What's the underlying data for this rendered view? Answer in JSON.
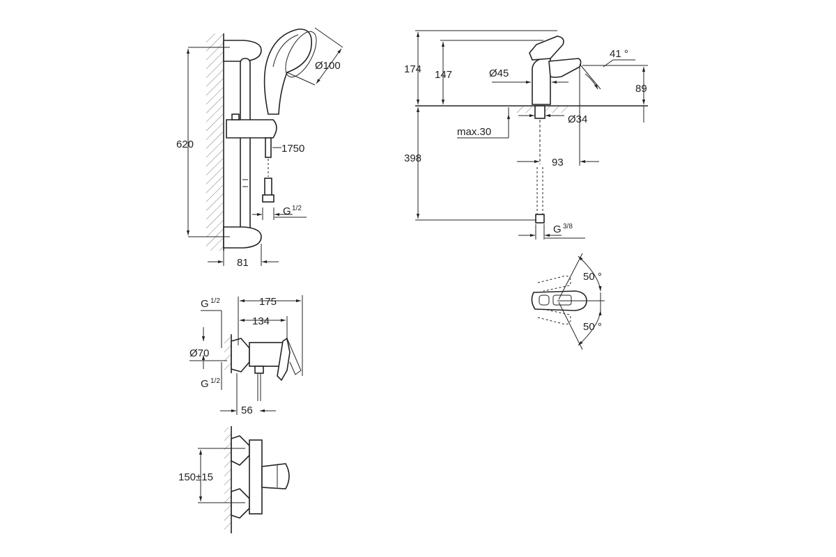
{
  "shower_set": {
    "height": "620",
    "head_diameter": "Ø100",
    "hose_length": "1750",
    "thread": "G",
    "thread_fraction": "1/2",
    "depth": "81"
  },
  "basin_mixer": {
    "total_height": "174",
    "spout_height": "147",
    "body_diameter": "Ø45",
    "spout_angle": "41 °",
    "spout_clearance": "89",
    "base_diameter": "Ø34",
    "max_deck": "max.30",
    "hose_length": "398",
    "reach": "93",
    "thread": "G",
    "thread_fraction": "3/8"
  },
  "lever_rotation": {
    "upper": "50 °",
    "lower": "50 °"
  },
  "shower_mixer_side": {
    "thread_top": "G",
    "thread_top_fraction": "1/2",
    "depth_total": "175",
    "depth_body": "134",
    "rosette": "Ø70",
    "thread_bottom": "G",
    "thread_bottom_fraction": "1/2",
    "outlet_offset": "56"
  },
  "shower_mixer_front": {
    "centers": "150±15"
  }
}
